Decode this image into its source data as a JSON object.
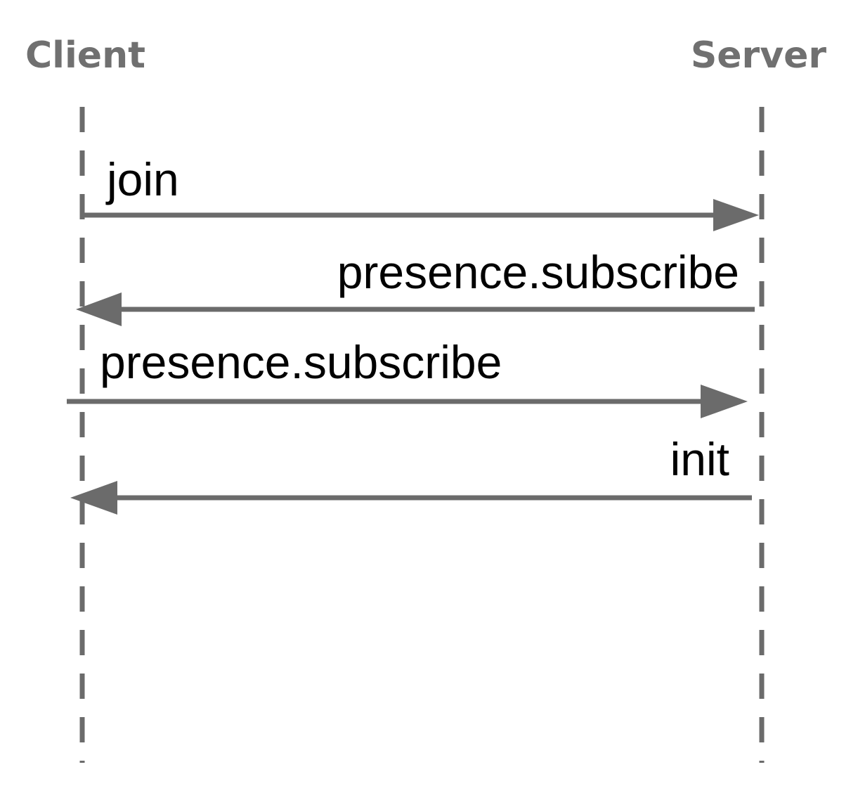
{
  "participants": {
    "client": "Client",
    "server": "Server"
  },
  "messages": [
    {
      "label": "join",
      "from": "client",
      "to": "server"
    },
    {
      "label": "presence.subscribe",
      "from": "server",
      "to": "client"
    },
    {
      "label": "presence.subscribe",
      "from": "client",
      "to": "server"
    },
    {
      "label": "init",
      "from": "server",
      "to": "client"
    }
  ],
  "colors": {
    "lifeline": "#6b6b6b",
    "arrow": "#6b6b6b",
    "participant_text": "#707070",
    "message_text": "#000000"
  }
}
